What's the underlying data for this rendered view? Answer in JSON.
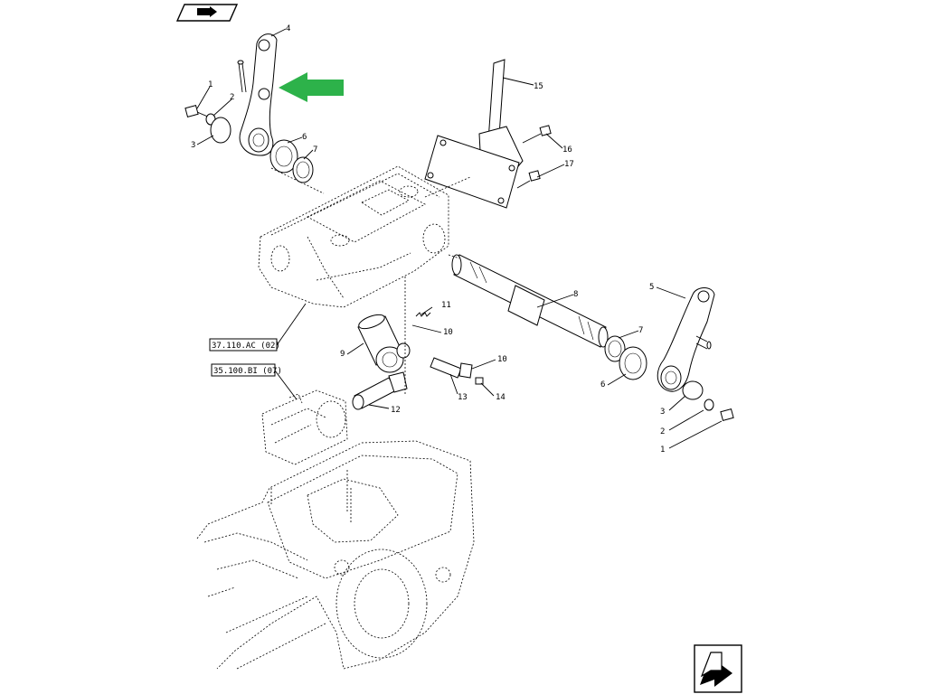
{
  "icons": {
    "top_nav": "arrow-tab-icon",
    "bottom_nav": "next-page-arrow-icon",
    "highlight_arrow": "green-arrow-icon"
  },
  "colors": {
    "highlight": "#2db24a",
    "ink": "#000000",
    "paper": "#ffffff"
  },
  "references": {
    "ref_a": "37.110.AC (02)",
    "ref_b": "35.100.BI (07)"
  },
  "callouts": {
    "c4_top": "4",
    "c1_left": "1",
    "c2_left": "2",
    "c3_left": "3",
    "c6_left": "6",
    "c7_left": "7",
    "c15": "15",
    "c16": "16",
    "c17": "17",
    "c11": "11",
    "c10_a": "10",
    "c9": "9",
    "c8": "8",
    "c10_b": "10",
    "c13": "13",
    "c14": "14",
    "c12": "12",
    "c5": "5",
    "c7_right": "7",
    "c6_right": "6",
    "c3_right": "3",
    "c2_right": "2",
    "c1_right": "1"
  }
}
